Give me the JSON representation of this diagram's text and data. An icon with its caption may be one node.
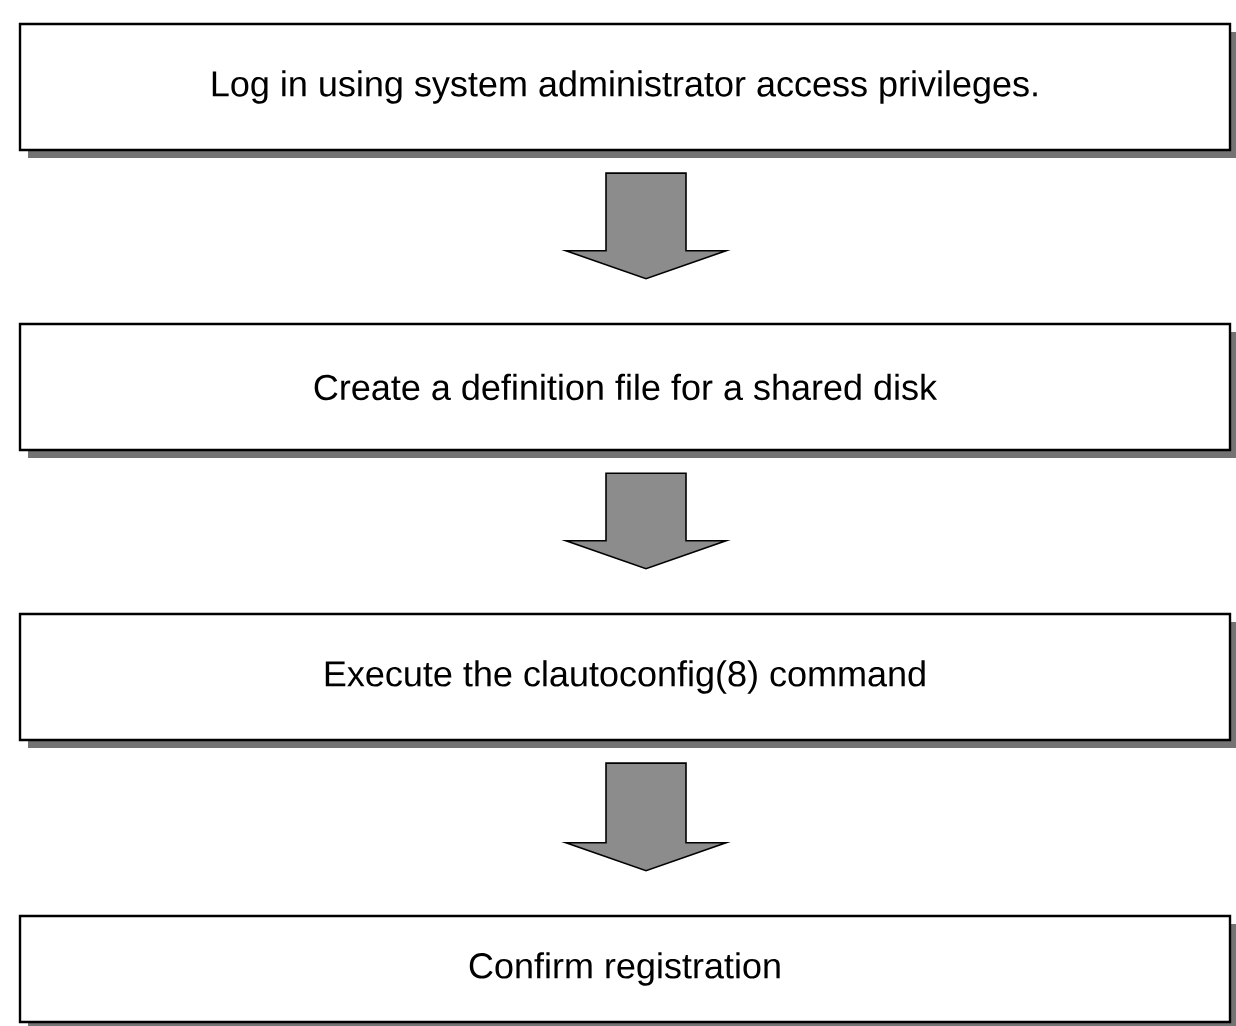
{
  "diagram": {
    "nodes": [
      {
        "text": [
          "Log in using system administrator access privileges."
        ]
      },
      {
        "text": [
          "Create a definition file for a shared disk"
        ]
      },
      {
        "text": [
          "Execute the clautoconfig(8) command"
        ]
      },
      {
        "text": [
          "Confirm registration"
        ]
      }
    ],
    "edges": [
      {
        "from": 0,
        "to": 1,
        "arrow": "to"
      },
      {
        "from": 1,
        "to": 2,
        "arrow": "to"
      },
      {
        "from": 2,
        "to": 3,
        "arrow": "to"
      }
    ]
  }
}
